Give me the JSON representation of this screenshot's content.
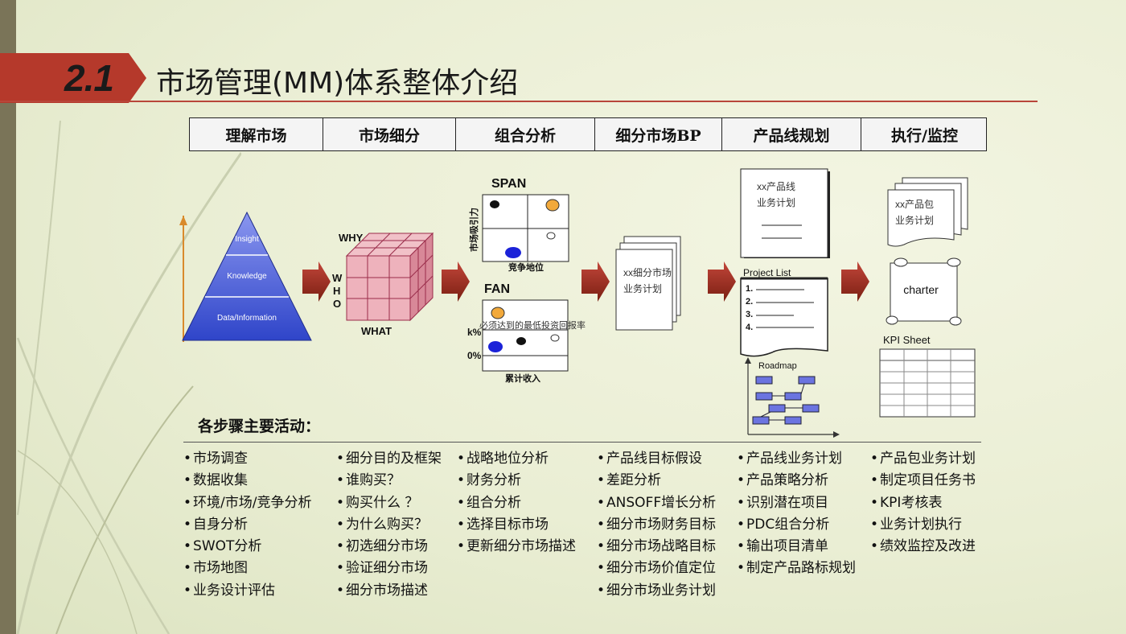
{
  "title": {
    "number": "2.1",
    "text": "市场管理(MM)体系整体介绍"
  },
  "steps": [
    "理解市场",
    "市场细分",
    "组合分析",
    "细分市场BP",
    "产品线规划",
    "执行/监控"
  ],
  "pyramid": {
    "top": "Insight",
    "middle": "Knowledge",
    "bottom": "Data/Information"
  },
  "cube": {
    "why": "WHY",
    "who": [
      "W",
      "H",
      "O"
    ],
    "what": "WHAT"
  },
  "span": {
    "title": "SPAN",
    "ylabel": "市场吸引力",
    "xlabel": "竞争地位"
  },
  "fan": {
    "title": "FAN",
    "k_label": "k%",
    "zero_label": "0%",
    "line_label": "必须达到的最低投资回报率",
    "xlabel": "累计收入"
  },
  "bp_doc": {
    "line1": "xx细分市场",
    "line2": "业务计划"
  },
  "plan_doc": {
    "line1": "xx产品线",
    "line2": "业务计划"
  },
  "project_list": {
    "title": "Project List",
    "items": [
      "1.",
      "2.",
      "3.",
      "4."
    ]
  },
  "roadmap": {
    "label": "Roadmap"
  },
  "package_doc": {
    "line1": "xx产品包",
    "line2": "业务计划"
  },
  "charter": {
    "label": "charter"
  },
  "kpi": {
    "label": "KPI Sheet"
  },
  "activities_title": "各步骤主要活动：",
  "activities": [
    [
      "市场调查",
      "数据收集",
      "环境/市场/竞争分析",
      "自身分析",
      "SWOT分析",
      "市场地图",
      "业务设计评估"
    ],
    [
      "细分目的及框架",
      "谁购买？",
      "购买什么 ？",
      "为什么购买？",
      "初选细分市场",
      "验证细分市场",
      "细分市场描述"
    ],
    [
      "战略地位分析",
      "财务分析",
      "组合分析",
      "选择目标市场",
      "更新细分市场描述"
    ],
    [
      "产品线目标假设",
      "差距分析",
      "ANSOFF增长分析",
      "细分市场财务目标",
      "细分市场战略目标",
      "细分市场价值定位",
      "细分市场业务计划"
    ],
    [
      "产品线业务计划",
      "产品策略分析",
      "识别潜在项目",
      "PDC组合分析",
      "输出项目清单",
      "制定产品路标规划"
    ],
    [
      "产品包业务计划",
      "制定项目任务书",
      "KPI考核表",
      "业务计划执行",
      "绩效监控及改进"
    ]
  ],
  "colors": {
    "accent": "#b5392b",
    "arrow": "#9b2a1a",
    "pyramid": "#3a4fd0",
    "cube": "#e7a8b2"
  }
}
